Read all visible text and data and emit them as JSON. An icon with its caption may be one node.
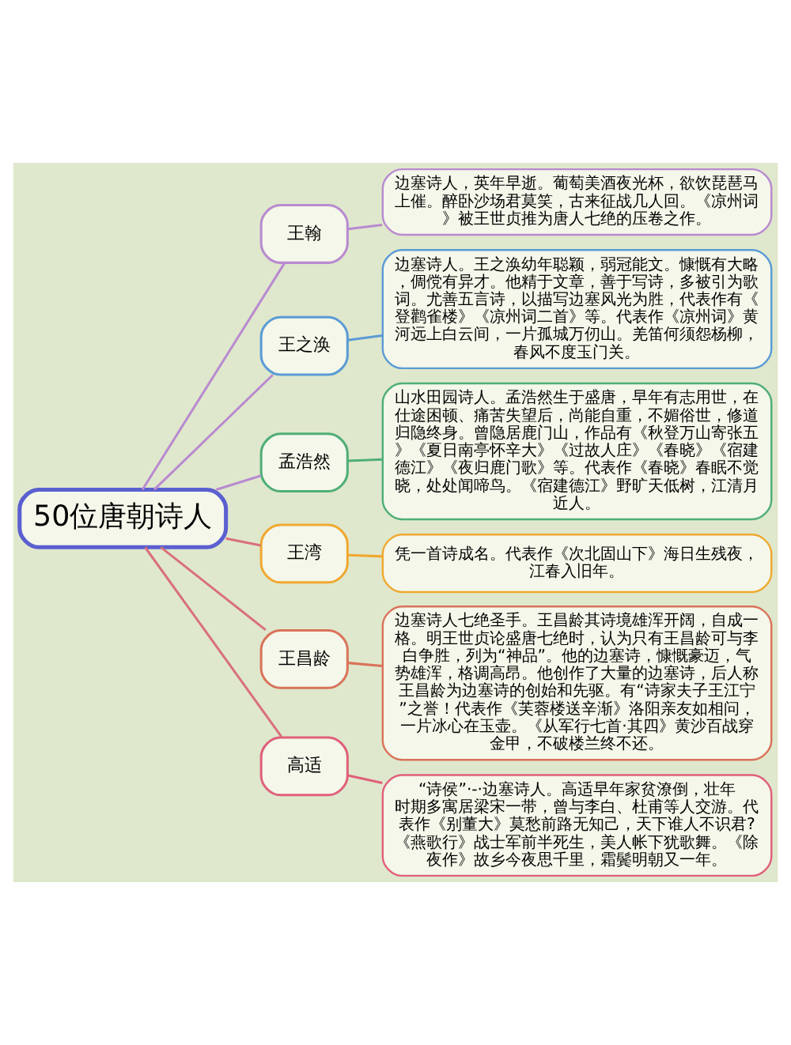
{
  "diagram": {
    "nodes": [
      {
        "text": [
          "50位唐朝诗人"
        ]
      },
      {
        "text": [
          "王翰"
        ]
      },
      {
        "text": [
          "边塞诗人，英年早逝。葡萄美酒夜光杯，欲饮琵琶马上催。醉卧沙场君莫笑，古来征战几人回。《凉州词》被王世贞推为唐人七绝的压卷之作。"
        ]
      },
      {
        "text": [
          "王之涣"
        ]
      },
      {
        "text": [
          "边塞诗人。王之涣幼年聪颖，弱冠能文。慷慨有大略，倜傥有异才。他精于文章，善于写诗，多被引为歌词。尤善五言诗，以描写边塞风光为胜，代表作有《登鹳雀楼》《凉州词二首》等。代表作《凉州词》黄河远上白云间，一片孤城万仞山。羌笛何须怨杨柳，春风不度玉门关。"
        ]
      },
      {
        "text": [
          "孟浩然"
        ]
      },
      {
        "text": [
          "山水田园诗人。孟浩然生于盛唐，早年有志用世，在仕途困顿、痛苦失望后，尚能自重，不媚俗世，修道归隐终身。曾隐居鹿门山，作品有《秋登万山寄张五》《夏日南亭怀辛大》《过故人庄》《春晓》《宿建德江》《夜归鹿门歌》等。代表作《春晓》春眠不觉晓，处处闻啼鸟。《宿建德江》野旷天低树，江清月近人。"
        ]
      },
      {
        "text": [
          "王湾"
        ]
      },
      {
        "text": [
          "凭一首诗成名。代表作《次北固山下》海日生残夜，江春入旧年。"
        ]
      },
      {
        "text": [
          "王昌龄"
        ]
      },
      {
        "text": [
          "边塞诗人七绝圣手。王昌龄其诗境雄浑开阔，自成一格。明王世贞论盛唐七绝时，认为只有王昌龄可与李白争胜，列为“神品”。他的边塞诗，慷慨豪迈，气势雄浑，格调高昂。他创作了大量的边塞诗，后人称王昌龄为边塞诗的创始和先驱。有“诗家夫子王江宁”之誉！代表作《芙蓉楼送辛渐》洛阳亲友如相问，一片冰心在玉壶。《从军行七首·其四》黄沙百战穿金甲，不破楼兰终不还。"
        ]
      },
      {
        "text": [
          "高适"
        ]
      },
      {
        "text": [
          "“诗侯”·-·边塞诗人。高适早年家贫潦倒，壮年时期多寓居梁宋一带，曾与李白、杜甫等人交游。代表作《别董大》莫愁前路无知己，天下谁人不识君?《燕歌行》战士军前半死生，美人帐下犹歌舞。《除夜作》故乡今夜思千里，霜鬓明朝又一年。"
        ]
      }
    ],
    "edges": [
      {
        "from": 0,
        "to": 1,
        "arrow": "none",
        "color": "#b98ad0"
      },
      {
        "from": 1,
        "to": 2,
        "arrow": "none",
        "color": "#b98ad0"
      },
      {
        "from": 0,
        "to": 3,
        "arrow": "none",
        "color": "#b98ad0"
      },
      {
        "from": 3,
        "to": 4,
        "arrow": "none",
        "color": "#5b9bd5"
      },
      {
        "from": 0,
        "to": 5,
        "arrow": "none",
        "color": "#b98ad0"
      },
      {
        "from": 5,
        "to": 6,
        "arrow": "none",
        "color": "#4fae78"
      },
      {
        "from": 0,
        "to": 7,
        "arrow": "none",
        "color": "#d9707a"
      },
      {
        "from": 7,
        "to": 8,
        "arrow": "none",
        "color": "#f0a830"
      },
      {
        "from": 0,
        "to": 9,
        "arrow": "none",
        "color": "#d9707a"
      },
      {
        "from": 9,
        "to": 10,
        "arrow": "none",
        "color": "#d9735a"
      },
      {
        "from": 0,
        "to": 11,
        "arrow": "none",
        "color": "#d9707a"
      },
      {
        "from": 11,
        "to": 12,
        "arrow": "none",
        "color": "#e0607a"
      }
    ]
  }
}
